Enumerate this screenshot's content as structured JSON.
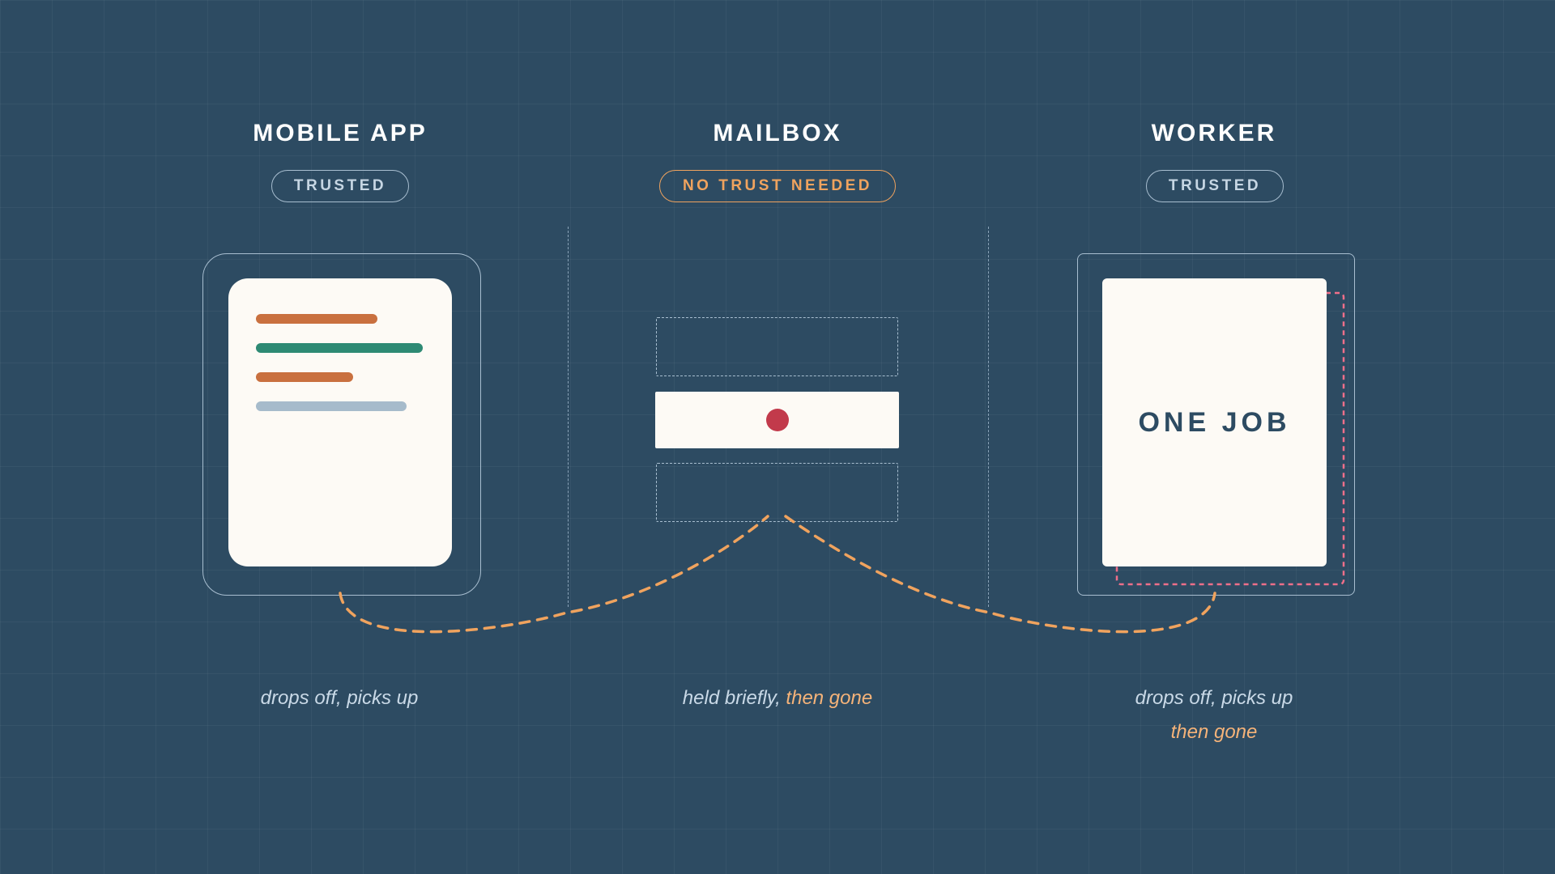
{
  "columns": {
    "mobile_app": {
      "title": "MOBILE APP",
      "badge": "TRUSTED",
      "caption": "drops off, picks up"
    },
    "mailbox": {
      "title": "MAILBOX",
      "badge": "NO TRUST NEEDED",
      "caption_main": "held briefly, ",
      "caption_accent": "then gone"
    },
    "worker": {
      "title": "WORKER",
      "badge": "TRUSTED",
      "card_label": "ONE JOB",
      "caption_line1": "drops off, picks up",
      "caption_line2": "then gone"
    }
  },
  "colors": {
    "background": "#2d4b62",
    "card": "#fdfaf5",
    "accent_orange": "#f0a35e",
    "bar_orange": "#c9703f",
    "bar_green": "#2e8a74",
    "bar_gray": "#a6bbcb",
    "message_dot": "#c23a4b",
    "worker_outline": "#ee6f8a",
    "frame_outline": "#a8bed0"
  }
}
